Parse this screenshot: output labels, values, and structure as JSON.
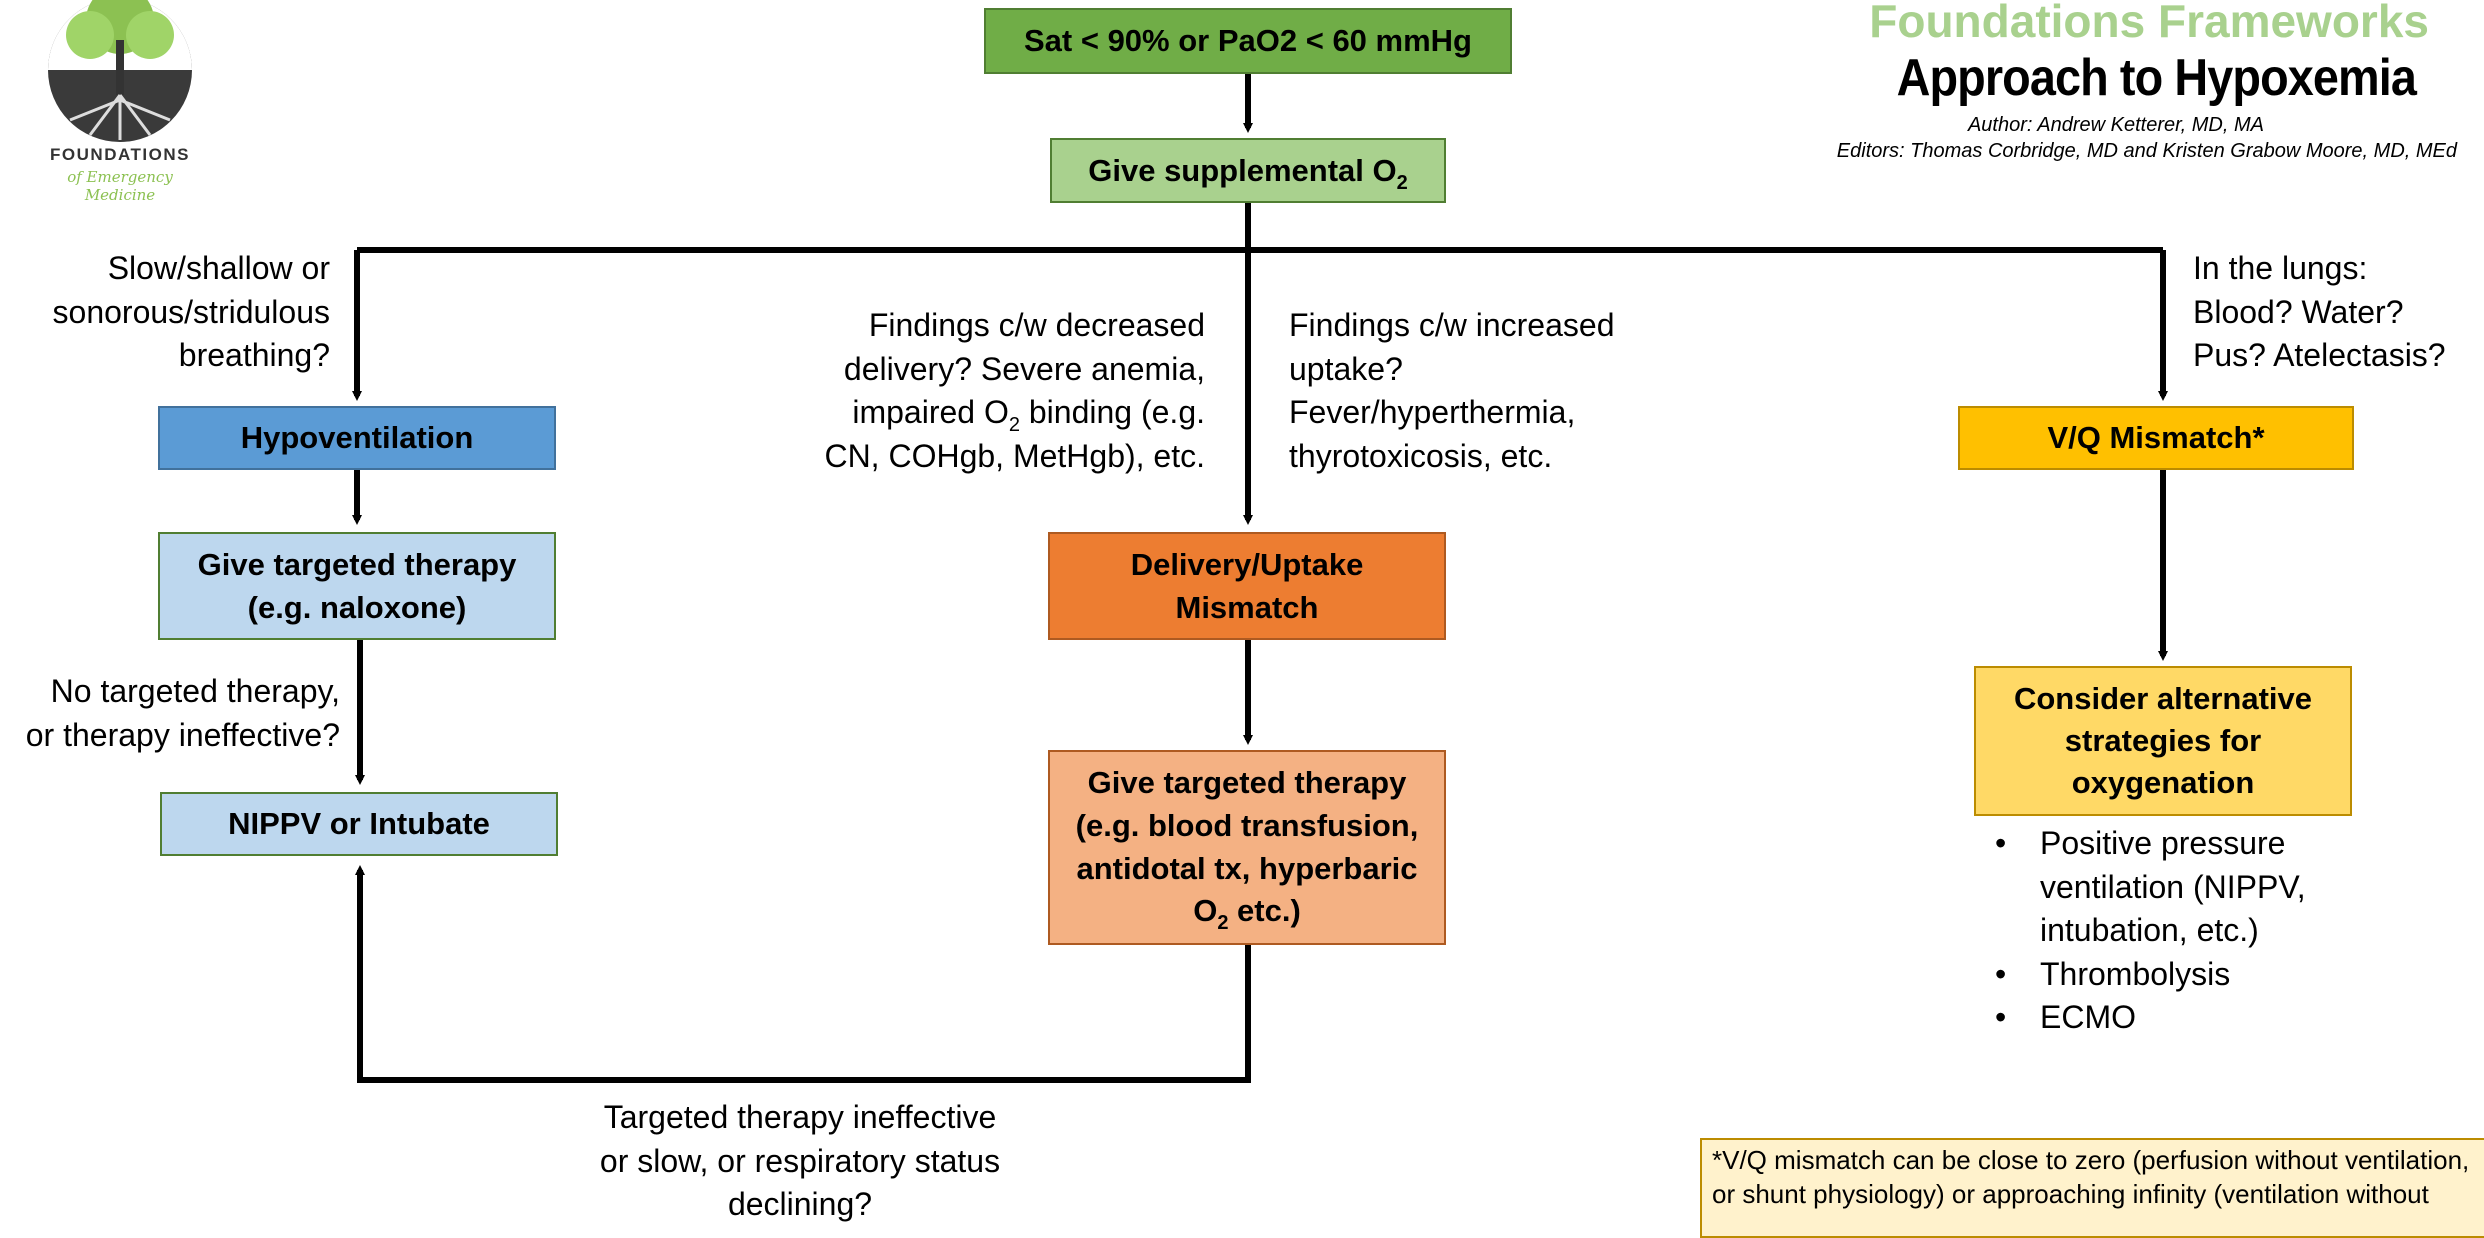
{
  "logo": {
    "name_line1": "FOUNDATIONS",
    "name_line2": "of Emergency Medicine"
  },
  "header": {
    "series": "Foundations Frameworks",
    "title": "Approach to Hypoxemia",
    "author": "Author: Andrew Ketterer, MD, MA",
    "editors": "Editors: Thomas Corbridge, MD and Kristen Grabow Moore, MD, MEd",
    "series_color": "#a9d18e"
  },
  "nodes": {
    "start": "Sat < 90% or PaO2 < 60 mmHg",
    "supplemental_o2": {
      "text": "Give supplemental O",
      "sub": "2"
    },
    "hypoventilation": "Hypoventilation",
    "hypo_therapy": {
      "line1": "Give targeted therapy",
      "line2": "(e.g. naloxone)"
    },
    "nippv": "NIPPV or Intubate",
    "delivery_uptake": {
      "line1": "Delivery/Uptake",
      "line2": "Mismatch"
    },
    "delivery_therapy": {
      "line1": "Give targeted therapy",
      "line2": "(e.g. blood transfusion,",
      "line3": "antidotal tx, hyperbaric",
      "line4": "O",
      "line4_sub": "2",
      "line4_end": " etc.)"
    },
    "vq_mismatch": "V/Q Mismatch*",
    "alternatives": {
      "line1": "Consider alternative",
      "line2": "strategies for",
      "line3": "oxygenation"
    }
  },
  "labels": {
    "hypo_question": {
      "line1": "Slow/shallow or",
      "line2": "sonorous/stridulous",
      "line3": "breathing?"
    },
    "decreased_delivery": {
      "line1": "Findings c/w decreased",
      "line2": "delivery? Severe anemia,",
      "line3a": "impaired O",
      "line3_sub": "2",
      "line3b": " binding (e.g.",
      "line4": "CN, COHgb, MetHgb), etc."
    },
    "increased_uptake": {
      "line1": "Findings c/w increased",
      "line2": "uptake?",
      "line3": "Fever/hyperthermia,",
      "line4": "thyrotoxicosis, etc."
    },
    "lungs_question": {
      "line1": "In the lungs:",
      "line2": "Blood? Water?",
      "line3": "Pus? Atelectasis?"
    },
    "no_targeted": {
      "line1": "No targeted therapy,",
      "line2": "or therapy ineffective?"
    },
    "therapy_ineffective": {
      "line1": "Targeted therapy ineffective",
      "line2": "or slow, or respiratory status",
      "line3": "declining?"
    }
  },
  "alternatives_list": [
    {
      "line1": "Positive pressure",
      "line2": "ventilation (NIPPV,",
      "line3": "intubation, etc.)"
    },
    {
      "line1": "Thrombolysis"
    },
    {
      "line1": "ECMO"
    }
  ],
  "footnote": {
    "line1": "*V/Q mismatch can be close to zero (perfusion without ventilation,",
    "line2": "or shunt physiology) or approaching infinity (ventilation without"
  },
  "colors": {
    "start": "#70ad47",
    "supplemental": "#a9d18e",
    "hypoventilation": "#5b9bd5",
    "light_blue": "#bdd7ee",
    "orange": "#ed7d31",
    "light_orange": "#f4b183",
    "gold": "#ffc000",
    "light_gold": "#ffd966",
    "footnote_bg": "#fff2cc"
  }
}
